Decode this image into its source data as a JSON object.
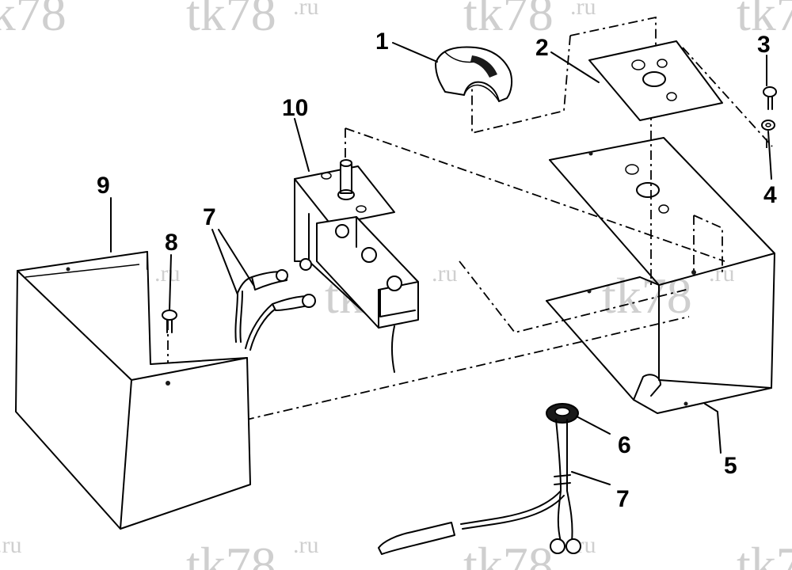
{
  "watermark": {
    "main": "tk78",
    "suffix": ".ru"
  },
  "callouts": {
    "p1": "1",
    "p2": "2",
    "p3": "3",
    "p4": "4",
    "p5": "5",
    "p6": "6",
    "p7a": "7",
    "p7b": "7",
    "p8": "8",
    "p9": "9",
    "p10": "10"
  }
}
